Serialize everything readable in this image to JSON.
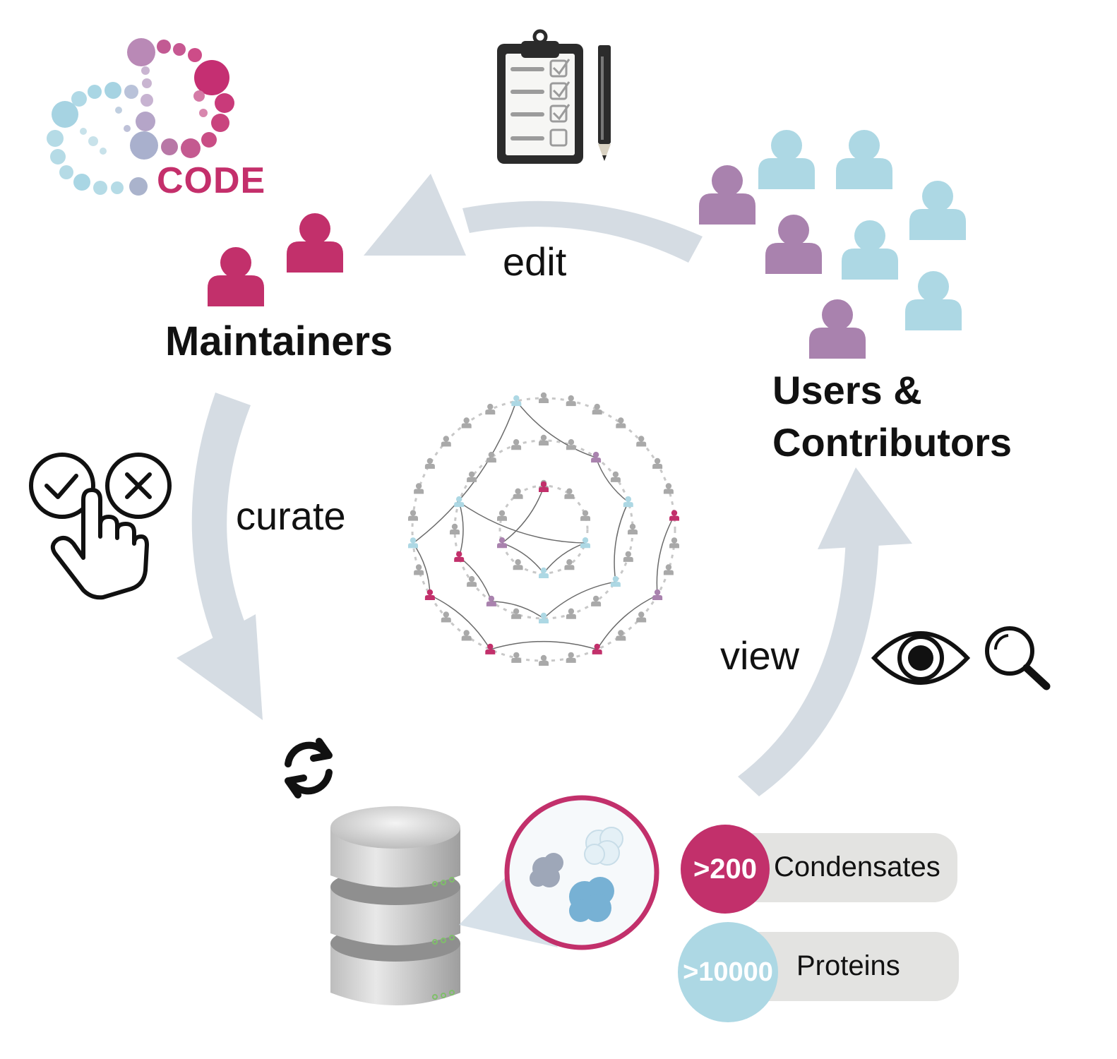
{
  "logo": {
    "text": "CODE",
    "brand_color": "#c42f6b",
    "secondary_color": "#add8e4"
  },
  "roles": {
    "maintainers": "Maintainers",
    "users_line1": "Users &",
    "users_line2": "Contributors"
  },
  "actions": {
    "edit": "edit",
    "curate": "curate",
    "view": "view"
  },
  "stats": {
    "condensates_count": ">200",
    "condensates_label": "Condensates",
    "proteins_count": ">10000",
    "proteins_label": "Proteins"
  },
  "icons": [
    "clipboard-checklist-icon",
    "pencil-icon",
    "accept-reject-touch-icon",
    "refresh-icon",
    "database-icon",
    "eye-icon",
    "magnifier-icon",
    "condensate-zoom-icon",
    "network-graph-icon"
  ],
  "colors": {
    "maintainer": "#c2306b",
    "contributor": "#a982ae",
    "user": "#add8e4",
    "arrow": "#d5dce3",
    "network_node": "#a9a9a9"
  }
}
